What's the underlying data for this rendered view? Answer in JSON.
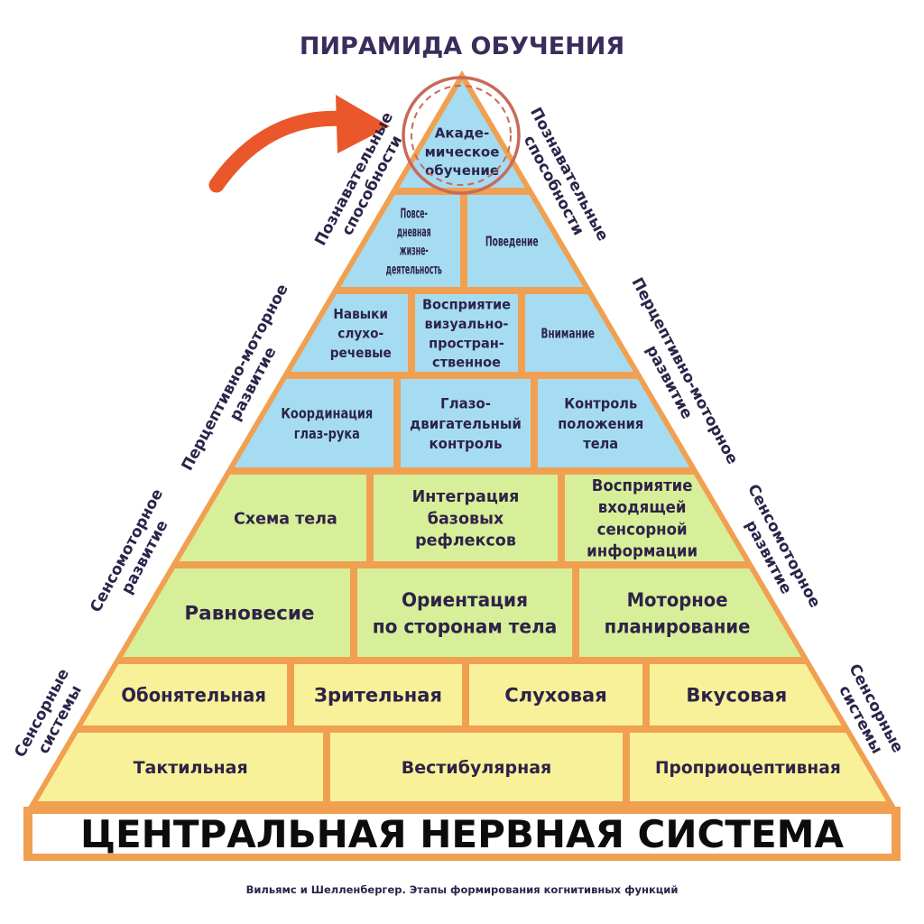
{
  "title": "ПИРАМИДА ОБУЧЕНИЯ",
  "colors": {
    "border": "#f0a050",
    "blue": "#a6dcf2",
    "green": "#d8ef9a",
    "yellow": "#f8f19a",
    "arrow": "#e9572a",
    "circle": "#c86a5a",
    "text": "#2d2348"
  },
  "levels": [
    {
      "color": "blue",
      "cells": [
        {
          "lines": [
            "Акаде-",
            "мическое",
            "обучение"
          ]
        }
      ]
    },
    {
      "color": "blue",
      "cells": [
        {
          "lines": [
            "Повсе-",
            "дневная",
            "жизне-",
            "деятельность"
          ]
        },
        {
          "lines": [
            "Поведение"
          ]
        }
      ]
    },
    {
      "color": "blue",
      "cells": [
        {
          "lines": [
            "Навыки",
            "слухо-",
            "речевые"
          ]
        },
        {
          "lines": [
            "Восприятие",
            "визуально-",
            "простран-",
            "ственное"
          ]
        },
        {
          "lines": [
            "Внимание"
          ]
        }
      ]
    },
    {
      "color": "blue",
      "cells": [
        {
          "lines": [
            "Координация",
            "глаз-рука"
          ]
        },
        {
          "lines": [
            "Глазо-",
            "двигательный",
            "контроль"
          ]
        },
        {
          "lines": [
            "Контроль",
            "положения",
            "тела"
          ]
        }
      ]
    },
    {
      "color": "green",
      "cells": [
        {
          "lines": [
            "Схема тела"
          ]
        },
        {
          "lines": [
            "Интеграция",
            "базовых",
            "рефлексов"
          ]
        },
        {
          "lines": [
            "Восприятие",
            "входящей",
            "сенсорной",
            "информации"
          ]
        }
      ]
    },
    {
      "color": "green",
      "cells": [
        {
          "lines": [
            "Равновесие"
          ]
        },
        {
          "lines": [
            "Ориентация",
            "по сторонам тела"
          ]
        },
        {
          "lines": [
            "Моторное",
            "планирование"
          ]
        }
      ]
    },
    {
      "color": "yellow",
      "cells": [
        {
          "lines": [
            "Обонятельная"
          ]
        },
        {
          "lines": [
            "Зрительная"
          ]
        },
        {
          "lines": [
            "Слуховая"
          ]
        },
        {
          "lines": [
            "Вкусовая"
          ]
        }
      ]
    },
    {
      "color": "yellow",
      "cells": [
        {
          "lines": [
            "Тактильная"
          ]
        },
        {
          "lines": [
            "Вестибулярная"
          ]
        },
        {
          "lines": [
            "Проприоцептивная"
          ]
        }
      ]
    }
  ],
  "side_labels": {
    "cognitive": [
      "Познавательные",
      "способности"
    ],
    "perceptual": [
      "Перцептивно-моторное",
      "развитие"
    ],
    "sensorimotor": [
      "Сенсомоторное",
      "развитие"
    ],
    "sensory": [
      "Сенсорные",
      "системы"
    ]
  },
  "base_label": "ЦЕНТРАЛЬНАЯ НЕРВНАЯ СИСТЕМА",
  "caption": "Вильямс и Шелленбергер. Этапы формирования когнитивных функций"
}
